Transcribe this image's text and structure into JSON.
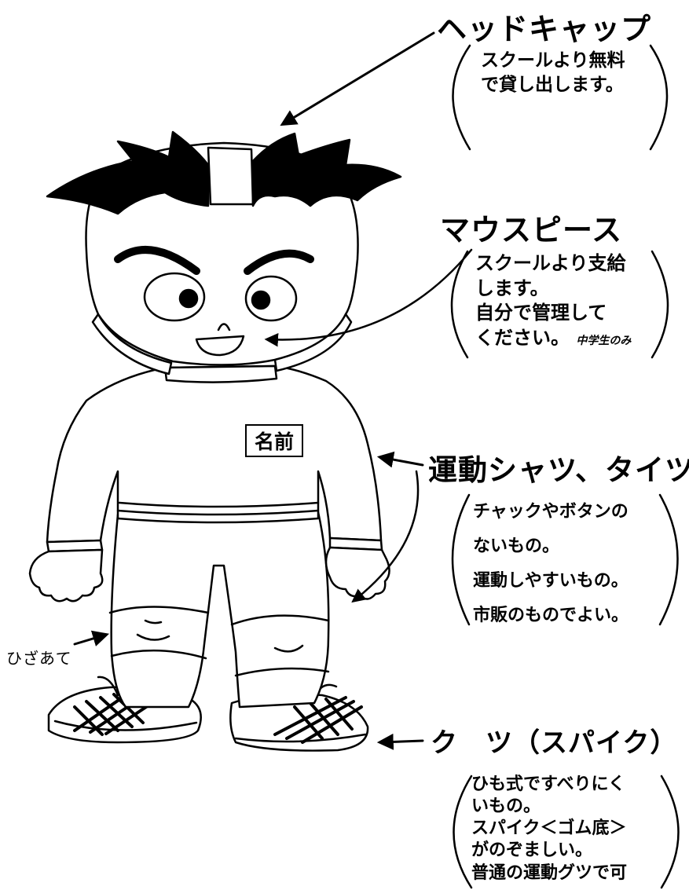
{
  "labels": {
    "headgear": {
      "title": "ヘッドキャップ",
      "lines": [
        "スクールより無料",
        "で貸し出します。"
      ]
    },
    "mouthpiece": {
      "title": "マウスピース",
      "lines": [
        "スクールより支給",
        "します。",
        "自分で管理して",
        "ください。"
      ],
      "handwritten_note": "中学生のみ"
    },
    "shirt": {
      "title": "運動シャツ、タイツ",
      "lines": [
        "チャックやボタンの",
        "ないもの。",
        "運動しやすいもの。",
        "市販のものでよい。"
      ]
    },
    "shoes": {
      "title": "ク　ツ（スパイク）",
      "lines": [
        "ひも式ですべりにく",
        "いもの。",
        "スパイク＜ゴム底＞",
        "がのぞましい。",
        "普通の運動グツで可"
      ]
    },
    "kneepads": {
      "title": "ひざあて"
    },
    "nametag": {
      "text": "名前"
    }
  },
  "colors": {
    "ink": "#000000",
    "paper": "#ffffff"
  }
}
